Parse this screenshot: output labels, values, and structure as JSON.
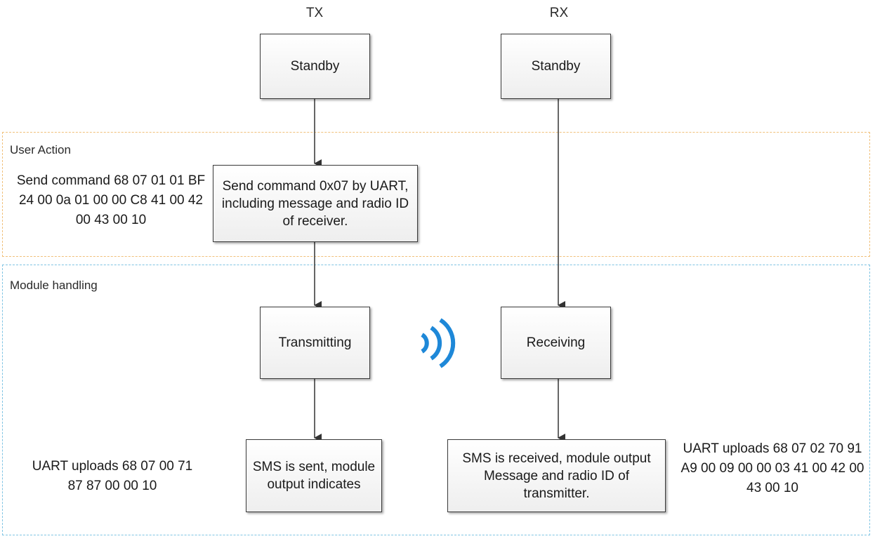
{
  "columns": {
    "tx": "TX",
    "rx": "RX"
  },
  "regions": {
    "user_action": "User Action",
    "module_handling": "Module handling"
  },
  "boxes": {
    "tx_standby": "Standby",
    "rx_standby": "Standby",
    "send_command": "Send command 0x07 by UART, including message and radio ID of receiver.",
    "transmitting": "Transmitting",
    "receiving": "Receiving",
    "sms_sent": "SMS is sent, module output indicates",
    "sms_received": "SMS is received, module output Message and radio ID of transmitter."
  },
  "annotations": {
    "send_command_bytes": "Send command 68 07 01 01 BF 24 00 0a 01 00 00 C8 41 00 42 00 43 00 10",
    "tx_uart_upload": "UART uploads 68 07 00 71 87 87 00 00 10",
    "rx_uart_upload": "UART uploads  68 07 02 70 91 A9 00 09 00 00 03 41 00 42 00 43 00 10"
  },
  "icons": {
    "wireless": "wireless-signal-icon"
  },
  "colors": {
    "user_action_border": "#f0c07a",
    "module_border": "#7fc4e3",
    "wireless_icon": "#1e88d8"
  }
}
